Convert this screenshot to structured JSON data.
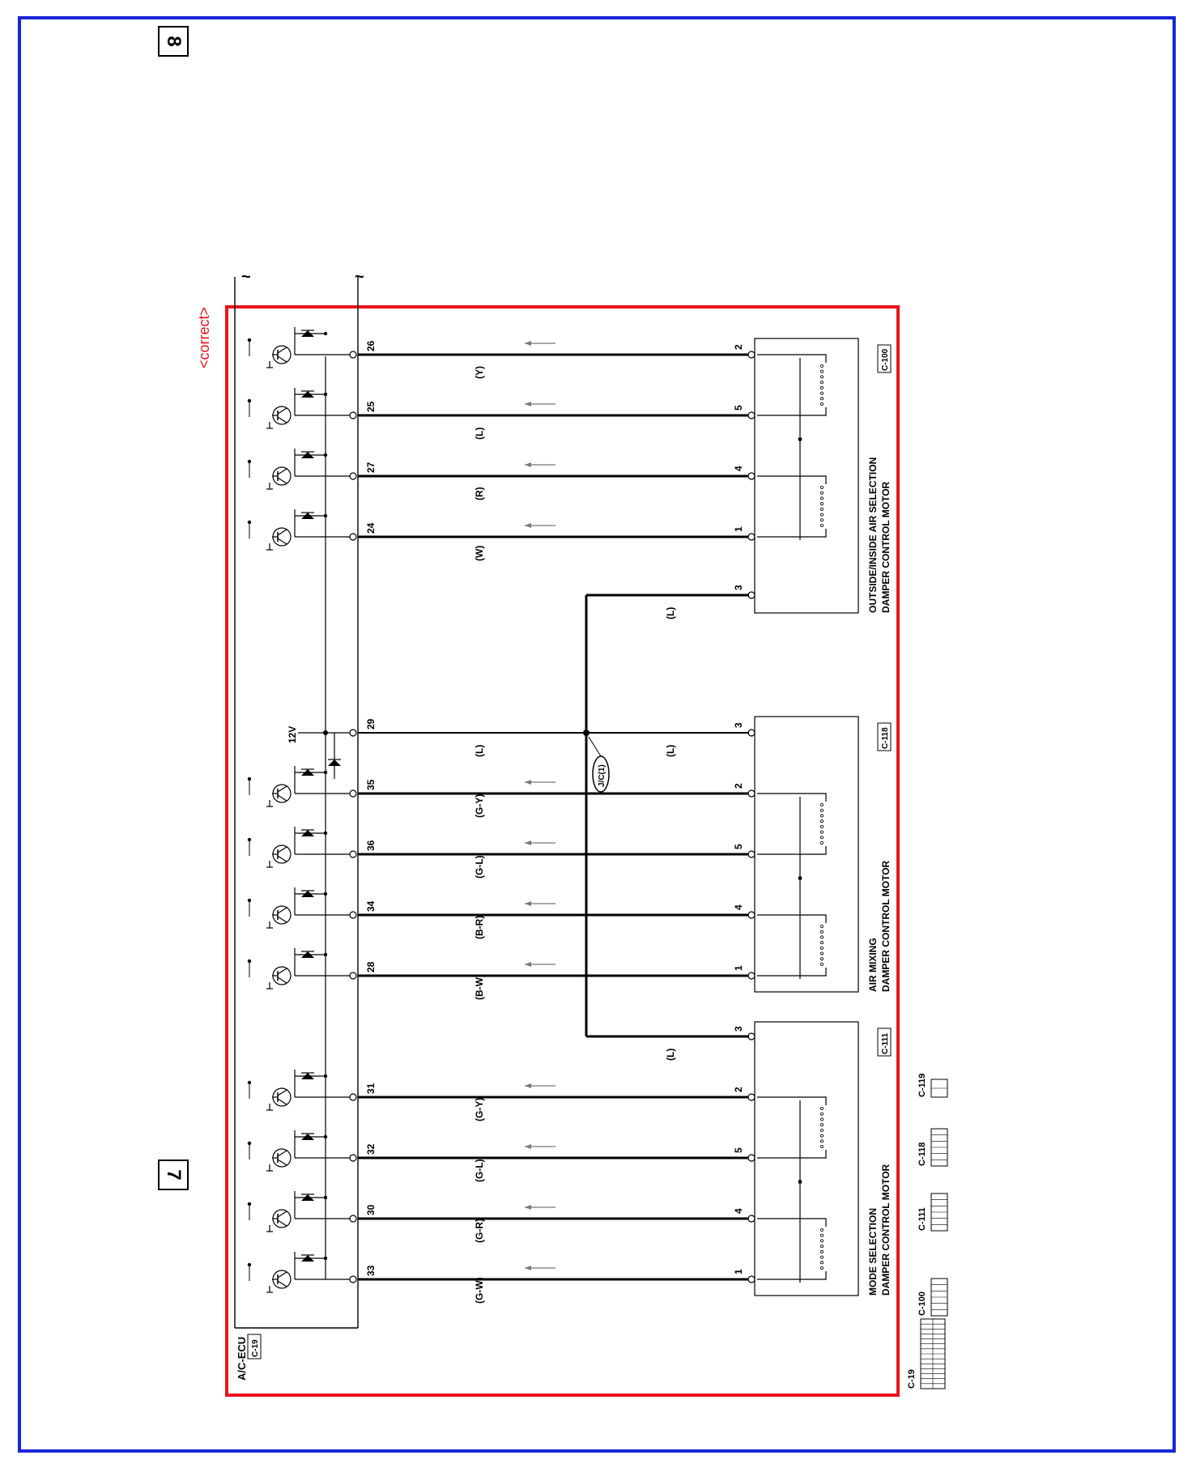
{
  "page_numbers": {
    "top": "8",
    "bottom": "7"
  },
  "annotation": {
    "correct_label": "<correct>",
    "splice_label": "J/C(1)"
  },
  "ecu": {
    "name": "A/C-ECU",
    "connector": "C-19"
  },
  "supply": {
    "voltage_label": "12V"
  },
  "motors": [
    {
      "id": "outside-inside",
      "line1": "OUTSIDE/INSIDE AIR SELECTION",
      "line2": "DAMPER CONTROL MOTOR",
      "connector": "C-100",
      "wires": [
        {
          "ecu_pin": "26",
          "motor_pin": "2",
          "color": "(Y)"
        },
        {
          "ecu_pin": "25",
          "motor_pin": "5",
          "color": "(L)"
        },
        {
          "ecu_pin": "27",
          "motor_pin": "4",
          "color": "(R)"
        },
        {
          "ecu_pin": "24",
          "motor_pin": "1",
          "color": "(W)"
        }
      ],
      "common": {
        "motor_pin": "3",
        "color": "(L)"
      }
    },
    {
      "id": "air-mixing",
      "line1": "AIR MIXING",
      "line2": "DAMPER CONTROL MOTOR",
      "connector": "C-118",
      "wires": [
        {
          "ecu_pin": "35",
          "motor_pin": "2",
          "color": "(G-Y)"
        },
        {
          "ecu_pin": "36",
          "motor_pin": "5",
          "color": "(G-L)"
        },
        {
          "ecu_pin": "34",
          "motor_pin": "4",
          "color": "(B-R)"
        },
        {
          "ecu_pin": "28",
          "motor_pin": "1",
          "color": "(B-W)"
        }
      ],
      "common": {
        "ecu_pin": "29",
        "motor_pin": "3",
        "color": "(L)"
      }
    },
    {
      "id": "mode-selection",
      "line1": "MODE SELECTION",
      "line2": "DAMPER CONTROL MOTOR",
      "connector": "C-111",
      "wires": [
        {
          "ecu_pin": "31",
          "motor_pin": "2",
          "color": "(G-Y)"
        },
        {
          "ecu_pin": "32",
          "motor_pin": "5",
          "color": "(G-L)"
        },
        {
          "ecu_pin": "30",
          "motor_pin": "4",
          "color": "(G-R)"
        },
        {
          "ecu_pin": "33",
          "motor_pin": "1",
          "color": "(G-W)"
        }
      ],
      "common": {
        "motor_pin": "3",
        "color": "(L)"
      }
    }
  ],
  "legend_connectors": [
    "C-19",
    "C-100",
    "C-111",
    "C-118",
    "C-119"
  ],
  "colors": {
    "frame": "#1a25d6",
    "highlight": "#e8141b",
    "ink": "#000000"
  }
}
